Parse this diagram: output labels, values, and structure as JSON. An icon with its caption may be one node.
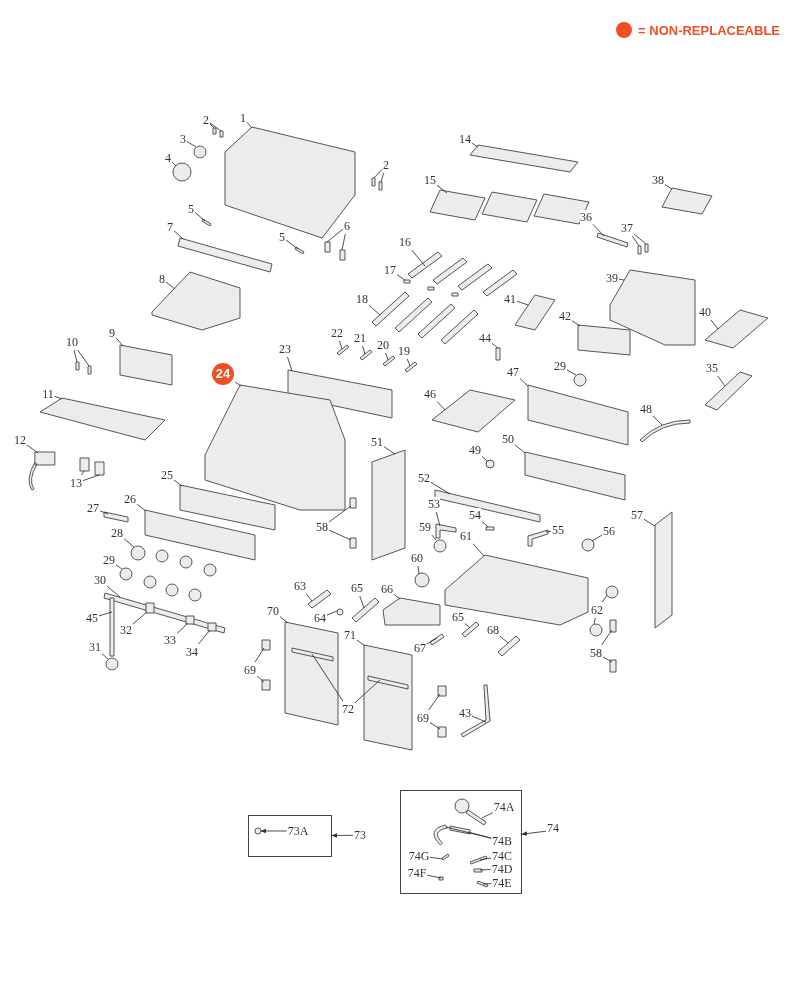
{
  "diagram": {
    "nodes": [
      {
        "text": [
          "1"
        ]
      },
      {
        "text": [
          "2"
        ]
      },
      {
        "text": [
          "3"
        ]
      },
      {
        "text": [
          "4"
        ]
      },
      {
        "text": [
          "2"
        ]
      },
      {
        "text": [
          "5"
        ]
      },
      {
        "text": [
          "7"
        ]
      },
      {
        "text": [
          "5"
        ]
      },
      {
        "text": [
          "6"
        ]
      },
      {
        "text": [
          "14"
        ]
      },
      {
        "text": [
          "38"
        ]
      },
      {
        "text": [
          "15"
        ]
      },
      {
        "text": [
          "36"
        ]
      },
      {
        "text": [
          "37"
        ]
      },
      {
        "text": [
          "16"
        ]
      },
      {
        "text": [
          "17"
        ]
      },
      {
        "text": [
          "8"
        ]
      },
      {
        "text": [
          "39"
        ]
      },
      {
        "text": [
          "18"
        ]
      },
      {
        "text": [
          "41"
        ]
      },
      {
        "text": [
          "40"
        ]
      },
      {
        "text": [
          "42"
        ]
      },
      {
        "text": [
          "9"
        ]
      },
      {
        "text": [
          "22"
        ]
      },
      {
        "text": [
          "21"
        ]
      },
      {
        "text": [
          "20"
        ]
      },
      {
        "text": [
          "19"
        ]
      },
      {
        "text": [
          "23"
        ]
      },
      {
        "text": [
          "44"
        ]
      },
      {
        "text": [
          "10"
        ]
      },
      {
        "text": [
          "29"
        ]
      },
      {
        "text": [
          "35"
        ]
      },
      {
        "text": [
          "47"
        ]
      },
      {
        "text": [
          "24"
        ]
      },
      {
        "text": [
          "11"
        ]
      },
      {
        "text": [
          "46"
        ]
      },
      {
        "text": [
          "48"
        ]
      },
      {
        "text": [
          "12"
        ]
      },
      {
        "text": [
          "51"
        ]
      },
      {
        "text": [
          "50"
        ]
      },
      {
        "text": [
          "49"
        ]
      },
      {
        "text": [
          "25"
        ]
      },
      {
        "text": [
          "52"
        ]
      },
      {
        "text": [
          "13"
        ]
      },
      {
        "text": [
          "26"
        ]
      },
      {
        "text": [
          "53"
        ]
      },
      {
        "text": [
          "27"
        ]
      },
      {
        "text": [
          "58"
        ]
      },
      {
        "text": [
          "54"
        ]
      },
      {
        "text": [
          "57"
        ]
      },
      {
        "text": [
          "59"
        ]
      },
      {
        "text": [
          "55"
        ]
      },
      {
        "text": [
          "61"
        ]
      },
      {
        "text": [
          "56"
        ]
      },
      {
        "text": [
          "28"
        ]
      },
      {
        "text": [
          "60"
        ]
      },
      {
        "text": [
          "29"
        ]
      },
      {
        "text": [
          "30"
        ]
      },
      {
        "text": [
          "63"
        ]
      },
      {
        "text": [
          "65"
        ]
      },
      {
        "text": [
          "66"
        ]
      },
      {
        "text": [
          "70"
        ]
      },
      {
        "text": [
          "62"
        ]
      },
      {
        "text": [
          "45"
        ]
      },
      {
        "text": [
          "65"
        ]
      },
      {
        "text": [
          "64"
        ]
      },
      {
        "text": [
          "32"
        ]
      },
      {
        "text": [
          "68"
        ]
      },
      {
        "text": [
          "71"
        ]
      },
      {
        "text": [
          "33"
        ]
      },
      {
        "text": [
          "31"
        ]
      },
      {
        "text": [
          "67"
        ]
      },
      {
        "text": [
          "34"
        ]
      },
      {
        "text": [
          "58"
        ]
      },
      {
        "text": [
          "69"
        ]
      },
      {
        "text": [
          "72"
        ]
      },
      {
        "text": [
          "43"
        ]
      },
      {
        "text": [
          "69"
        ]
      },
      {
        "text": [],
        "shape": "box"
      },
      {
        "text": [
          "74A"
        ],
        "in": 78
      },
      {
        "text": [
          "74B"
        ],
        "in": 78
      },
      {
        "text": [
          "74G"
        ],
        "in": 78
      },
      {
        "text": [
          "74C"
        ],
        "in": 78
      },
      {
        "text": [
          "74D"
        ],
        "in": 78
      },
      {
        "text": [
          "74F"
        ],
        "in": 78
      },
      {
        "text": [
          "74E"
        ],
        "in": 78
      },
      {
        "text": [
          "74"
        ]
      },
      {
        "text": [],
        "shape": "box"
      },
      {
        "text": [
          "73A"
        ],
        "in": 87
      },
      {
        "text": [
          "73"
        ]
      },
      {
        "text": [],
        "shape": "picture"
      },
      {
        "text": [],
        "shape": "box"
      },
      {
        "text": [],
        "shape": "box"
      },
      {
        "text": [],
        "shape": "picture"
      },
      {
        "text": [],
        "shape": "picture"
      },
      {
        "text": [],
        "shape": "box"
      },
      {
        "text": [],
        "shape": "box"
      },
      {
        "text": [],
        "shape": "bar"
      },
      {
        "text": [],
        "shape": "bar"
      },
      {
        "text": [],
        "shape": "bar"
      },
      {
        "text": [],
        "shape": "box"
      },
      {
        "text": [],
        "shape": "box"
      },
      {
        "text": [],
        "shape": "picture"
      },
      {
        "text": [],
        "shape": "picture"
      },
      {
        "text": [],
        "shape": "picture"
      },
      {
        "text": [],
        "shape": "bar"
      },
      {
        "text": [],
        "shape": "box"
      },
      {
        "text": [],
        "shape": "box"
      },
      {
        "text": [],
        "shape": "picture"
      },
      {
        "text": [],
        "shape": "bar"
      },
      {
        "text": [],
        "shape": "picture"
      },
      {
        "text": [],
        "shape": "picture"
      },
      {
        "text": [],
        "shape": "picture"
      },
      {
        "text": [],
        "shape": "picture"
      },
      {
        "text": [],
        "shape": "picture"
      },
      {
        "text": [],
        "shape": "box"
      },
      {
        "text": [],
        "shape": "box"
      },
      {
        "text": [],
        "shape": "bar"
      },
      {
        "text": [],
        "shape": "bar"
      },
      {
        "text": [],
        "shape": "bar"
      },
      {
        "text": [],
        "shape": "bar"
      },
      {
        "text": [],
        "shape": "box"
      },
      {
        "text": [],
        "shape": "box"
      },
      {
        "text": [],
        "shape": "box"
      },
      {
        "text": [],
        "shape": "box"
      },
      {
        "text": [],
        "shape": "picture"
      },
      {
        "text": [],
        "shape": "picture"
      },
      {
        "text": [],
        "shape": "box"
      },
      {
        "text": [],
        "shape": "picture"
      },
      {
        "text": [],
        "shape": "picture"
      },
      {
        "text": [],
        "shape": "picture"
      },
      {
        "text": [],
        "shape": "picture"
      },
      {
        "text": [],
        "shape": "picture"
      },
      {
        "text": [],
        "shape": "box"
      },
      {
        "text": [],
        "shape": "box"
      },
      {
        "text": [],
        "shape": "picture"
      },
      {
        "text": [],
        "shape": "box"
      },
      {
        "text": [],
        "shape": "picture"
      },
      {
        "text": [],
        "shape": "box"
      },
      {
        "text": [],
        "shape": "box"
      },
      {
        "text": [],
        "shape": "box"
      },
      {
        "text": [],
        "shape": "picture"
      },
      {
        "text": [],
        "shape": "bar"
      },
      {
        "text": [],
        "shape": "box"
      },
      {
        "text": [],
        "shape": "box"
      },
      {
        "text": [],
        "shape": "bar"
      },
      {
        "text": [],
        "shape": "box"
      },
      {
        "text": [],
        "shape": "picture"
      },
      {
        "text": [],
        "shape": "picture"
      },
      {
        "text": [],
        "shape": "picture"
      },
      {
        "text": [],
        "shape": "picture"
      },
      {
        "text": [],
        "shape": "picture"
      },
      {
        "text": [],
        "shape": "picture"
      },
      {
        "text": [],
        "shape": "picture"
      },
      {
        "text": [],
        "shape": "bar"
      },
      {
        "text": [],
        "shape": "picture"
      },
      {
        "text": [],
        "shape": "picture"
      },
      {
        "text": [],
        "shape": "box"
      },
      {
        "text": [],
        "shape": "picture"
      },
      {
        "text": [],
        "shape": "picture"
      },
      {
        "text": [],
        "shape": "picture"
      },
      {
        "text": [],
        "shape": "bar"
      },
      {
        "text": [],
        "shape": "picture"
      },
      {
        "text": [],
        "shape": "picture"
      },
      {
        "text": [],
        "shape": "box",
        "in": 154
      },
      {
        "text": [],
        "shape": "picture"
      },
      {
        "text": [],
        "shape": "picture"
      },
      {
        "text": [],
        "shape": "box",
        "in": 154
      },
      {
        "text": [],
        "shape": "picture"
      },
      {
        "text": [],
        "shape": "bar"
      },
      {
        "text": [],
        "shape": "box",
        "in": 154
      },
      {
        "text": [],
        "shape": "box"
      },
      {
        "text": [],
        "shape": "box"
      },
      {
        "text": [],
        "shape": "box"
      },
      {
        "text": [],
        "shape": "box"
      },
      {
        "text": [],
        "shape": "bar",
        "in": 158
      },
      {
        "text": [],
        "shape": "bar",
        "in": 166
      },
      {
        "text": [],
        "shape": "picture"
      },
      {
        "text": [],
        "shape": "box"
      },
      {
        "text": [],
        "shape": "box"
      },
      {
        "text": [],
        "shape": "picture",
        "in": 78
      },
      {
        "text": [],
        "shape": "picture",
        "in": 78
      },
      {
        "text": [],
        "shape": "bar",
        "in": 78
      },
      {
        "text": [],
        "shape": "bar",
        "in": 78
      },
      {
        "text": [],
        "shape": "bar",
        "in": 78
      },
      {
        "text": [],
        "shape": "box",
        "in": 78
      },
      {
        "text": [],
        "shape": "box",
        "in": 78
      },
      {
        "text": [],
        "shape": "bar",
        "in": 78
      },
      {
        "text": [],
        "shape": "picture",
        "in": 87
      }
    ],
    "edges": [
      {
        "from": 0,
        "to": 90,
        "arrow": "none"
      },
      {
        "from": 1,
        "to": 91,
        "arrow": "none"
      },
      {
        "from": 1,
        "to": 92,
        "arrow": "none"
      },
      {
        "from": 2,
        "to": 93,
        "arrow": "none"
      },
      {
        "from": 3,
        "to": 94,
        "arrow": "none"
      },
      {
        "from": 4,
        "to": 95,
        "arrow": "none"
      },
      {
        "from": 4,
        "to": 96,
        "arrow": "none"
      },
      {
        "from": 5,
        "to": 97,
        "arrow": "none"
      },
      {
        "from": 6,
        "to": 98,
        "arrow": "none"
      },
      {
        "from": 7,
        "to": 99,
        "arrow": "none"
      },
      {
        "from": 8,
        "to": 100,
        "arrow": "none"
      },
      {
        "from": 8,
        "to": 101,
        "arrow": "none"
      },
      {
        "from": 9,
        "to": 102,
        "arrow": "none"
      },
      {
        "from": 10,
        "to": 103,
        "arrow": "none"
      },
      {
        "from": 11,
        "to": 104,
        "arrow": "none"
      },
      {
        "from": 12,
        "to": 105,
        "arrow": "none"
      },
      {
        "from": 13,
        "to": 106,
        "arrow": "none"
      },
      {
        "from": 13,
        "to": 107,
        "arrow": "none"
      },
      {
        "from": 14,
        "to": 108,
        "arrow": "none"
      },
      {
        "from": 15,
        "to": 109,
        "arrow": "none"
      },
      {
        "from": 16,
        "to": 110,
        "arrow": "none"
      },
      {
        "from": 17,
        "to": 111,
        "arrow": "none"
      },
      {
        "from": 18,
        "to": 112,
        "arrow": "none"
      },
      {
        "from": 19,
        "to": 113,
        "arrow": "none"
      },
      {
        "from": 20,
        "to": 114,
        "arrow": "none"
      },
      {
        "from": 21,
        "to": 115,
        "arrow": "none"
      },
      {
        "from": 22,
        "to": 116,
        "arrow": "none"
      },
      {
        "from": 23,
        "to": 117,
        "arrow": "none"
      },
      {
        "from": 24,
        "to": 118,
        "arrow": "none"
      },
      {
        "from": 25,
        "to": 119,
        "arrow": "none"
      },
      {
        "from": 26,
        "to": 120,
        "arrow": "none"
      },
      {
        "from": 27,
        "to": 121,
        "arrow": "none"
      },
      {
        "from": 28,
        "to": 122,
        "arrow": "none"
      },
      {
        "from": 29,
        "to": 123,
        "arrow": "none"
      },
      {
        "from": 29,
        "to": 124,
        "arrow": "none"
      },
      {
        "from": 30,
        "to": 125,
        "arrow": "none"
      },
      {
        "from": 31,
        "to": 126,
        "arrow": "none"
      },
      {
        "from": 32,
        "to": 127,
        "arrow": "none"
      },
      {
        "from": 33,
        "to": 128,
        "arrow": "none"
      },
      {
        "from": 34,
        "to": 129,
        "arrow": "none"
      },
      {
        "from": 35,
        "to": 130,
        "arrow": "none"
      },
      {
        "from": 36,
        "to": 131,
        "arrow": "none"
      },
      {
        "from": 37,
        "to": 132,
        "arrow": "none"
      },
      {
        "from": 38,
        "to": 133,
        "arrow": "none"
      },
      {
        "from": 39,
        "to": 134,
        "arrow": "none"
      },
      {
        "from": 40,
        "to": 135,
        "arrow": "none"
      },
      {
        "from": 41,
        "to": 136,
        "arrow": "none"
      },
      {
        "from": 42,
        "to": 137,
        "arrow": "none"
      },
      {
        "from": 43,
        "to": 138,
        "arrow": "none"
      },
      {
        "from": 43,
        "to": 139,
        "arrow": "none"
      },
      {
        "from": 44,
        "to": 140,
        "arrow": "none"
      },
      {
        "from": 45,
        "to": 141,
        "arrow": "none"
      },
      {
        "from": 46,
        "to": 142,
        "arrow": "none"
      },
      {
        "from": 47,
        "to": 143,
        "arrow": "none"
      },
      {
        "from": 47,
        "to": 144,
        "arrow": "none"
      },
      {
        "from": 48,
        "to": 145,
        "arrow": "none"
      },
      {
        "from": 49,
        "to": 146,
        "arrow": "none"
      },
      {
        "from": 50,
        "to": 147,
        "arrow": "none"
      },
      {
        "from": 51,
        "to": 148,
        "arrow": "none"
      },
      {
        "from": 52,
        "to": 149,
        "arrow": "none"
      },
      {
        "from": 53,
        "to": 150,
        "arrow": "none"
      },
      {
        "from": 54,
        "to": 151,
        "arrow": "none"
      },
      {
        "from": 55,
        "to": 152,
        "arrow": "none"
      },
      {
        "from": 56,
        "to": 153,
        "arrow": "none"
      },
      {
        "from": 57,
        "to": 154,
        "arrow": "none"
      },
      {
        "from": 58,
        "to": 155,
        "arrow": "none"
      },
      {
        "from": 59,
        "to": 156,
        "arrow": "none"
      },
      {
        "from": 60,
        "to": 157,
        "arrow": "none"
      },
      {
        "from": 61,
        "to": 158,
        "arrow": "none"
      },
      {
        "from": 62,
        "to": 159,
        "arrow": "none"
      },
      {
        "from": 62,
        "to": 160,
        "arrow": "none"
      },
      {
        "from": 63,
        "to": 161,
        "arrow": "none"
      },
      {
        "from": 64,
        "to": 162,
        "arrow": "none"
      },
      {
        "from": 65,
        "to": 163,
        "arrow": "none"
      },
      {
        "from": 66,
        "to": 164,
        "arrow": "none"
      },
      {
        "from": 67,
        "to": 165,
        "arrow": "none"
      },
      {
        "from": 68,
        "to": 166,
        "arrow": "none"
      },
      {
        "from": 69,
        "to": 167,
        "arrow": "none"
      },
      {
        "from": 70,
        "to": 168,
        "arrow": "none"
      },
      {
        "from": 71,
        "to": 169,
        "arrow": "none"
      },
      {
        "from": 72,
        "to": 170,
        "arrow": "none"
      },
      {
        "from": 73,
        "to": 171,
        "arrow": "none"
      },
      {
        "from": 73,
        "to": 172,
        "arrow": "none"
      },
      {
        "from": 74,
        "to": 173,
        "arrow": "none"
      },
      {
        "from": 74,
        "to": 174,
        "arrow": "none"
      },
      {
        "from": 75,
        "to": 175,
        "arrow": "none"
      },
      {
        "from": 75,
        "to": 176,
        "arrow": "none"
      },
      {
        "from": 76,
        "to": 177,
        "arrow": "none"
      },
      {
        "from": 77,
        "to": 178,
        "arrow": "none"
      },
      {
        "from": 77,
        "to": 179,
        "arrow": "none"
      },
      {
        "from": 79,
        "to": 180,
        "arrow": "none"
      },
      {
        "from": 80,
        "to": 181,
        "arrow": "none"
      },
      {
        "from": 80,
        "to": 182,
        "arrow": "none"
      },
      {
        "from": 81,
        "to": 183,
        "arrow": "none"
      },
      {
        "from": 82,
        "to": 184,
        "arrow": "none"
      },
      {
        "from": 83,
        "to": 185,
        "arrow": "none"
      },
      {
        "from": 84,
        "to": 186,
        "arrow": "none"
      },
      {
        "from": 85,
        "to": 187,
        "arrow": "none"
      },
      {
        "from": 86,
        "to": 78,
        "arrow": "to"
      },
      {
        "from": 88,
        "to": 188,
        "arrow": "to"
      },
      {
        "from": 89,
        "to": 87,
        "arrow": "to"
      }
    ],
    "legend": [
      {
        "text": "= NON-REPLACEABLE",
        "color": "#f04e23"
      }
    ]
  }
}
